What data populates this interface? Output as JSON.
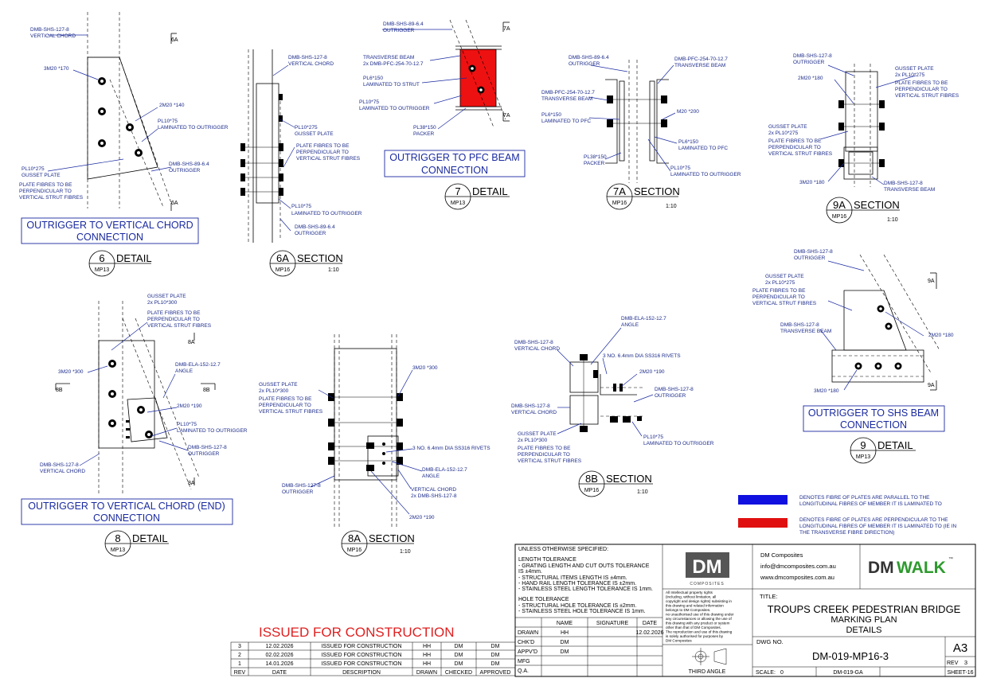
{
  "sheet": {
    "details": [
      {
        "id": "detail-6",
        "title": [
          "OUTRIGGER TO VERTICAL CHORD",
          "CONNECTION"
        ],
        "mark": "6",
        "ref": "MP13",
        "kind": "DETAIL",
        "labels": [
          "DMB-SHS-127-8",
          "VERTICAL CHORD",
          "3M20 *170",
          "2M20 *140",
          "PL10*75",
          "LAMINATED TO OUTRIGGER",
          "PL10*275",
          "GUSSET PLATE",
          "PLATE FIBRES TO BE",
          "PERPENDICULAR TO",
          "VERTICAL STRUT FIBRES",
          "DMB-SHS-89-6.4",
          "OUTRIGGER",
          "6A"
        ]
      },
      {
        "id": "section-6a",
        "mark": "6A",
        "ref": "MP16",
        "kind": "SECTION",
        "scale": "1:10",
        "labels": [
          "DMB-SHS-127-8",
          "VERTICAL CHORD",
          "PL10*275",
          "GUSSET PLATE",
          "PLATE FIBRES TO BE",
          "PERPENDICULAR TO",
          "VERTICAL STRUT FIBRES",
          "PL10*75",
          "LAMINATED TO OUTRIGGER",
          "DMB-SHS-89-6.4",
          "OUTRIGGER"
        ]
      },
      {
        "id": "detail-7",
        "title": [
          "OUTRIGGER TO PFC BEAM",
          "CONNECTION"
        ],
        "mark": "7",
        "ref": "MP13",
        "kind": "DETAIL",
        "labels": [
          "DMB-SHS-89-6.4",
          "OUTRIGGER",
          "TRANSVERSE BEAM",
          "2x DMB-PFC-254-70-12.7",
          "PL6*150",
          "LAMINATED TO STRUT",
          "PL10*75",
          "LAMINATED TO OUTRIGGER",
          "PL38*150",
          "PACKER",
          "7A"
        ]
      },
      {
        "id": "section-7a",
        "mark": "7A",
        "ref": "MP16",
        "kind": "SECTION",
        "scale": "1:10",
        "labels": [
          "DMB-SHS-89-6.4",
          "OUTRIGGER",
          "DMB-PFC-254-70-12.7",
          "TRANSVERSE BEAM",
          "PL6*150",
          "LAMINATED TO PFC",
          "PL38*150",
          "PACKER",
          "M20 *200",
          "PL6*150",
          "LAMINATED TO PFC",
          "PL10*75",
          "LAMINATED TO OUTRIGGER"
        ]
      },
      {
        "id": "section-9a",
        "mark": "9A",
        "ref": "MP16",
        "kind": "SECTION",
        "scale": "1:10",
        "labels": [
          "DMB-SHS-127-8",
          "OUTRIGGER",
          "2M20 *180",
          "GUSSET PLATE",
          "2x PL10*275",
          "PLATE FIBRES TO BE",
          "PERPENDICULAR TO",
          "VERTICAL STRUT FIBRES",
          "GUSSET PLATE",
          "2x PL10*275",
          "PLATE FIBRES TO BE",
          "PERPENDICULAR TO",
          "VERTICAL STRUT FIBRES",
          "3M20 *180",
          "DMB-SHS-127-8",
          "TRANSVERSE BEAM"
        ]
      },
      {
        "id": "detail-9",
        "title": [
          "OUTRIGGER TO SHS BEAM",
          "CONNECTION"
        ],
        "mark": "9",
        "ref": "MP13",
        "kind": "DETAIL",
        "labels": [
          "DMB-SHS-127-8",
          "OUTRIGGER",
          "GUSSET PLATE",
          "2x PL10*275",
          "PLATE FIBRES TO BE",
          "PERPENDICULAR TO",
          "VERTICAL STRUT FIBRES",
          "DMB-SHS-127-8",
          "TRANSVERSE BEAM",
          "2M20 *180",
          "3M20 *180",
          "9A"
        ]
      },
      {
        "id": "detail-8",
        "title": [
          "OUTRIGGER TO VERTICAL CHORD (END)",
          "CONNECTION"
        ],
        "mark": "8",
        "ref": "MP13",
        "kind": "DETAIL",
        "labels": [
          "GUSSET PLATE",
          "2x PL10*300",
          "PLATE FIBRES TO BE",
          "PERPENDICULAR TO",
          "VERTICAL STRUT FIBRES",
          "3M20 *300",
          "DMB-ELA-152-12.7",
          "ANGLE",
          "2M20 *190",
          "PL10*75",
          "LAMINATED TO OUTRIGGER",
          "DMB-SHS-127-8",
          "OUTRIGGER",
          "DMB-SHS-127-8",
          "VERTICAL CHORD",
          "8A",
          "8B"
        ]
      },
      {
        "id": "section-8a",
        "mark": "8A",
        "ref": "MP16",
        "kind": "SECTION",
        "scale": "1:10",
        "labels": [
          "GUSSET PLATE",
          "2x PL10*300",
          "PLATE FIBRES TO BE",
          "PERPENDICULAR TO",
          "VERTICAL STRUT FIBRES",
          "3M20 *300",
          "3 NO. 6.4mm DIA SS316 RIVETS",
          "DMB-ELA-152-12.7",
          "ANGLE",
          "VERTICAL CHORD",
          "2x DMB-SHS-127-8",
          "DMB-SHS-127-8",
          "OUTRIGGER",
          "2M20 *190"
        ]
      },
      {
        "id": "section-8b",
        "mark": "8B",
        "ref": "MP16",
        "kind": "SECTION",
        "scale": "1:10",
        "labels": [
          "DMB-ELA-152-12.7",
          "ANGLE",
          "DMB-SHS-127-8",
          "VERTICAL CHORD",
          "3 NO. 6.4mm DIA SS316 RIVETS",
          "2M20 *190",
          "DMB-SHS-127-8",
          "OUTRIGGER",
          "DMB-SHS-127-8",
          "VERTICAL CHORD",
          "GUSSET PLATE",
          "2x PL10*300",
          "PLATE FIBRES TO BE",
          "PERPENDICULAR TO",
          "VERTICAL STRUT FIBRES",
          "PL10*75",
          "LAMINATED TO OUTRIGGER"
        ]
      }
    ],
    "legend": [
      {
        "color": "#1010e0",
        "text": [
          "DENOTES FIBRE OF PLATES ARE PARALLEL TO THE",
          "LONGITUDINAL FIBRES OF MEMBER IT IS LAMINATED TO"
        ]
      },
      {
        "color": "#e01010",
        "text": [
          "DENOTES FIBRE OF PLATES ARE PERPENDICULAR TO THE",
          "LONGITUDINAL FIBRES OF MEMBER IT IS LAMINATED TO (IE IN",
          "THE TRANSVERSE FIBRE DIRECTION)"
        ]
      }
    ]
  },
  "stamp": "ISSUED FOR CONSTRUCTION",
  "revisions": {
    "headers": [
      "REV",
      "DATE",
      "DESCRIPTION",
      "DRAWN",
      "CHECKED",
      "APPROVED"
    ],
    "rows": [
      [
        "3",
        "12.02.2026",
        "ISSUED FOR CONSTRUCTION",
        "HH",
        "DM",
        "DM"
      ],
      [
        "2",
        "02.02.2026",
        "ISSUED FOR CONSTRUCTION",
        "HH",
        "DM",
        "DM"
      ],
      [
        "1",
        "14.01.2026",
        "ISSUED FOR CONSTRUCTION",
        "HH",
        "DM",
        "DM"
      ]
    ]
  },
  "notes": {
    "heading": "UNLESS OTHERWISE SPECIFIED:",
    "groups": [
      {
        "title": "LENGTH TOLERANCE",
        "items": [
          "- GRATING LENGTH AND CUT OUTS TOLERANCE",
          "  IS ±4mm.",
          "- STRUCTURAL ITEMS LENGTH IS ±4mm.",
          "- HAND RAIL LENGTH TOLERANCE IS ±2mm.",
          "- STAINLESS STEEL LENGTH TOLERANCE IS 1mm."
        ]
      },
      {
        "title": "HOLE TOLERANCE",
        "items": [
          "- STRUCTURAL HOLE TOLERANCE IS ±2mm.",
          "- STAINLESS STEEL HOLE TOLERANCE IS 1mm."
        ]
      }
    ]
  },
  "signoff": {
    "headers": [
      "",
      "NAME",
      "SIGNATURE",
      "DATE"
    ],
    "rows": [
      [
        "DRAWN",
        "HH",
        "",
        "12.02.2026"
      ],
      [
        "CHK'D",
        "DM",
        "",
        ""
      ],
      [
        "APPV'D",
        "DM",
        "",
        ""
      ],
      [
        "MFG",
        "",
        "",
        ""
      ],
      [
        "Q.A.",
        "",
        "",
        ""
      ]
    ]
  },
  "company": {
    "logo": "DM",
    "logo_sub": "COMPOSITES",
    "ip_notice": [
      "All Intellectual property rights",
      "(including, without limitation, all",
      "copyright and design rights) subsisting in",
      "this drawing and related information",
      "belongs to DM Composites.",
      "no unauthorised use of this drawing under",
      "any circumstances or allowing the use of",
      "this drawing with any product or system",
      "other than that of DM Composites.",
      "The reproduction and use of this drawing",
      "is solely authorised for purposes by",
      "DM Composites"
    ],
    "projection": "THIRD ANGLE",
    "name": "DM Composites",
    "email": "info@dmcomposites.com.au",
    "web": "www.dmcomposites.com.au",
    "brand_a": "DM",
    "brand_b": "WALK",
    "tm": "™"
  },
  "title_block": {
    "title_label": "TITLE:",
    "line1": "TROUPS CREEK PEDESTRIAN BRIDGE",
    "line2": "MARKING PLAN",
    "line3": "DETAILS",
    "dwg_label": "DWG NO.",
    "dwg_no": "DM-019-MP16-3",
    "size": "A3",
    "rev_label": "REV",
    "rev": "3",
    "scale_label": "SCALE:",
    "scale": "0",
    "ga": "DM-019-GA",
    "sheet": "SHEET-16"
  },
  "colors": {
    "blue": "#1a2aa0",
    "red_fill": "#ee1111",
    "legend_blue": "#1010e0",
    "legend_red": "#e01010",
    "stamp": "#e02020"
  }
}
